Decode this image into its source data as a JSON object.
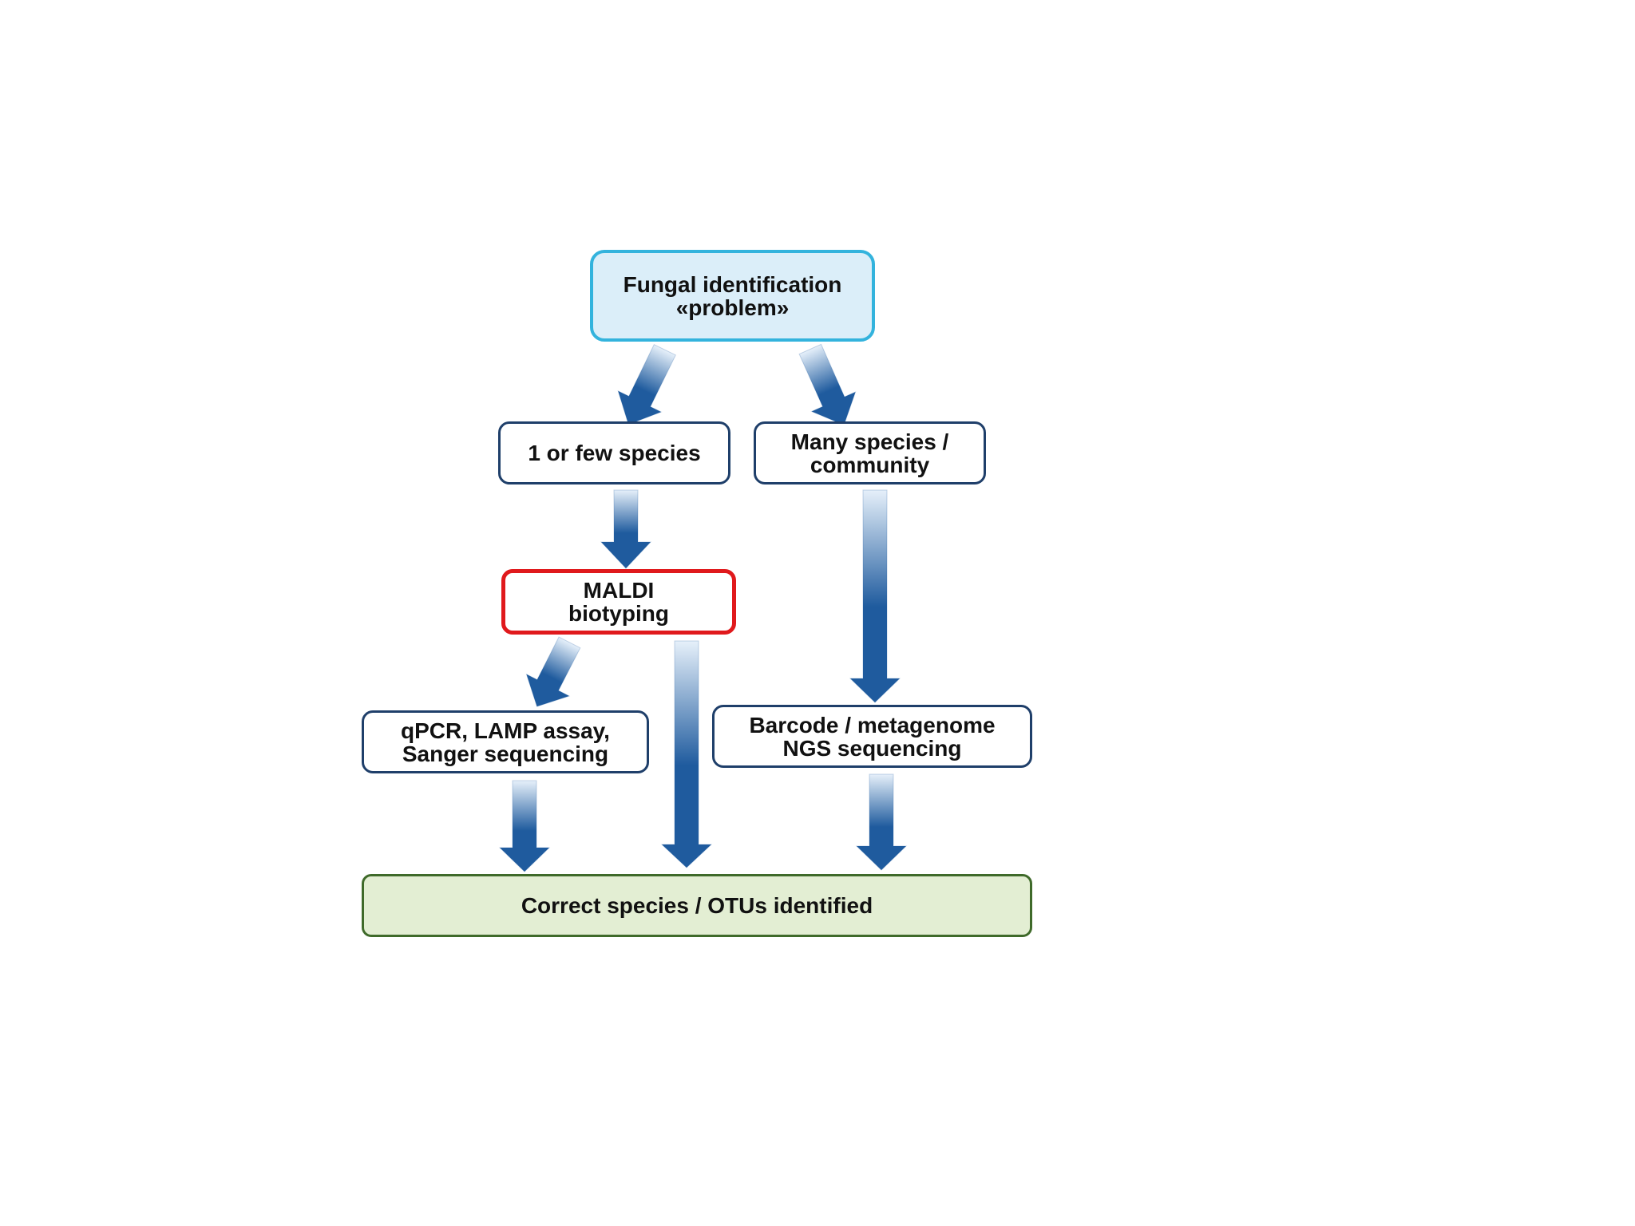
{
  "colors": {
    "problem_border": "#33b3dd",
    "problem_fill": "#dbeef9",
    "node_border": "#1f3f6a",
    "maldi_border": "#e0191c",
    "result_border": "#3f6a2a",
    "result_fill": "#e3eed3",
    "arrow_dark": "#1f5b9e",
    "arrow_light": "#e6f0fa"
  },
  "nodes": {
    "problem": {
      "line1": "Fungal identification",
      "line2": "«problem»"
    },
    "few_species": {
      "line1": "1 or few species"
    },
    "many_species": {
      "line1": "Many species /",
      "line2": "community"
    },
    "maldi": {
      "line1": "MALDI",
      "line2": "biotyping"
    },
    "qpcr": {
      "line1": "qPCR, LAMP assay,",
      "line2": "Sanger sequencing"
    },
    "barcode": {
      "line1": "Barcode / metagenome",
      "line2": "NGS sequencing"
    },
    "result": {
      "line1": "Correct species / OTUs identified"
    }
  },
  "edges": [
    {
      "from": "problem",
      "to": "few_species"
    },
    {
      "from": "problem",
      "to": "many_species"
    },
    {
      "from": "few_species",
      "to": "maldi"
    },
    {
      "from": "maldi",
      "to": "qpcr"
    },
    {
      "from": "maldi",
      "to": "result"
    },
    {
      "from": "many_species",
      "to": "barcode"
    },
    {
      "from": "qpcr",
      "to": "result"
    },
    {
      "from": "barcode",
      "to": "result"
    }
  ]
}
